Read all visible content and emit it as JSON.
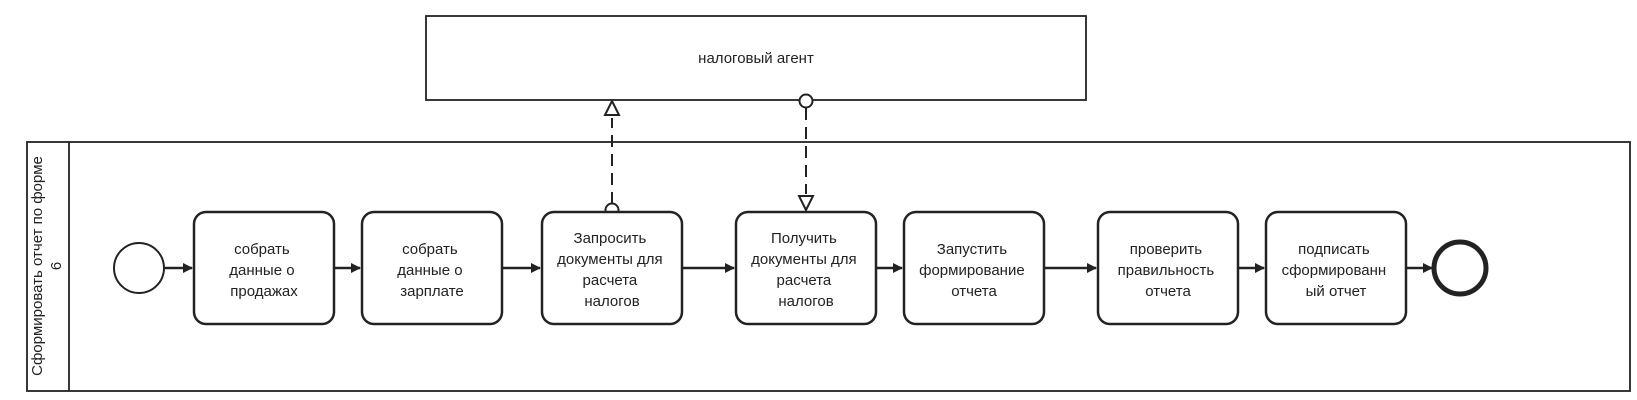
{
  "participant": {
    "label": "налоговый агент"
  },
  "pool": {
    "label_line1": "Сформировать отчет по форме",
    "label_line2": "6"
  },
  "tasks": [
    {
      "id": "t1",
      "lines": [
        "собрать",
        "данные о",
        "продажах"
      ]
    },
    {
      "id": "t2",
      "lines": [
        "собрать",
        "данные о",
        "зарплате"
      ]
    },
    {
      "id": "t3",
      "lines": [
        "Запросить",
        "документы для",
        "расчета",
        "налогов"
      ]
    },
    {
      "id": "t4",
      "lines": [
        "Получить",
        "документы для",
        "расчета",
        "налогов"
      ]
    },
    {
      "id": "t5",
      "lines": [
        "Запустить",
        "формирование",
        "отчета"
      ]
    },
    {
      "id": "t6",
      "lines": [
        "проверить",
        "правильность",
        "отчета"
      ]
    },
    {
      "id": "t7",
      "lines": [
        "подписать",
        "сформированн",
        "ый отчет"
      ]
    }
  ]
}
